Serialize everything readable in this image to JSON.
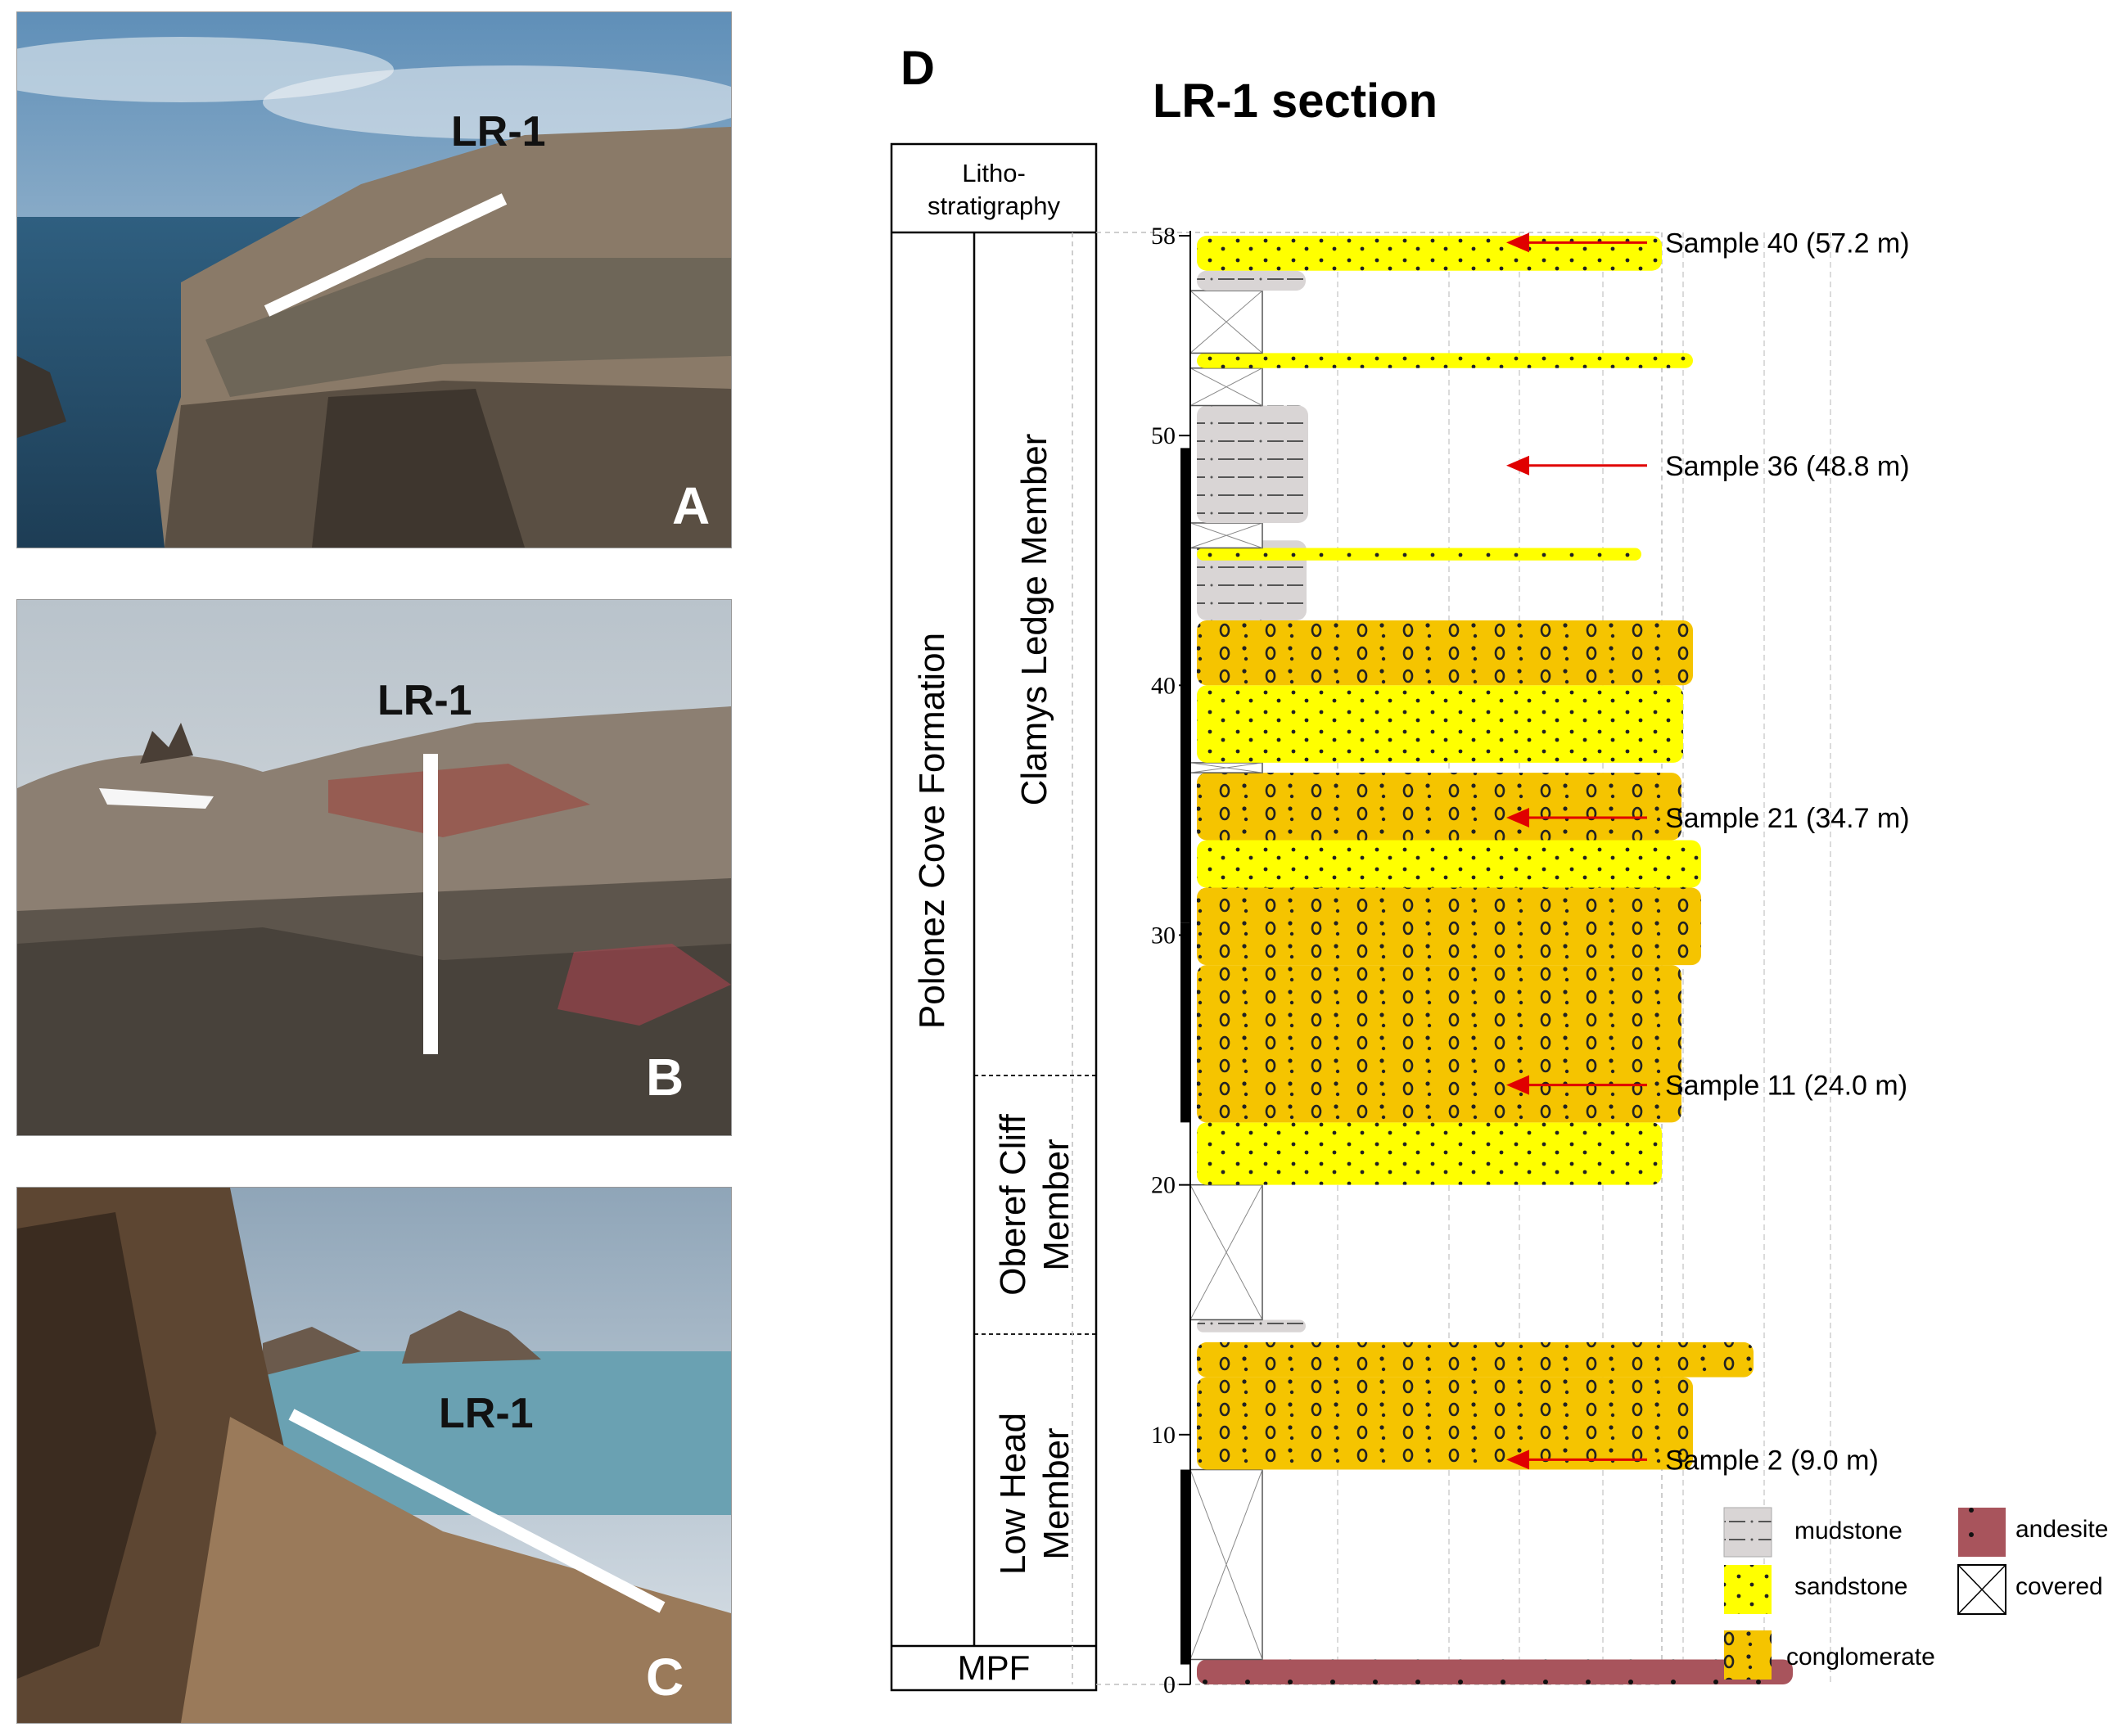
{
  "panels": {
    "a": {
      "letter": "A",
      "tag": "LR-1"
    },
    "b": {
      "letter": "B",
      "tag": "LR-1"
    },
    "c": {
      "letter": "C",
      "tag": "LR-1"
    },
    "d": {
      "letter": "D",
      "title": "LR-1 section"
    }
  },
  "strat": {
    "header_line1": "Litho-",
    "header_line2": "stratigraphy",
    "formation": "Polonez Cove Formation",
    "members": {
      "clamys": "Clamys Ledge Member",
      "oberef_1": "Oberef Cliff",
      "oberef_2": "Member",
      "low_1": "Low Head",
      "low_2": "Member"
    },
    "mpf": "MPF"
  },
  "axis": {
    "ticks": [
      "0",
      "10",
      "20",
      "30",
      "40",
      "50",
      "58"
    ]
  },
  "samples": [
    {
      "label": "Sample 40 (57.2 m)",
      "depth_m": 57.2
    },
    {
      "label": "Sample 36 (48.8 m)",
      "depth_m": 48.8
    },
    {
      "label": "Sample 21 (34.7 m)",
      "depth_m": 34.7
    },
    {
      "label": "Sample 11 (24.0 m)",
      "depth_m": 24.0
    },
    {
      "label": "Sample 2 (9.0 m)",
      "depth_m": 9.0
    }
  ],
  "legend": {
    "mudstone": "mudstone",
    "sandstone": "sandstone",
    "conglomerate": "conglomerate",
    "andesite": "andesite",
    "covered": "covered"
  },
  "colors": {
    "sandstone": "#ffff00",
    "conglomerate": "#f5c400",
    "mudstone": "#d9d5d5",
    "andesite": "#a8545c",
    "arrow": "#e00000"
  }
}
